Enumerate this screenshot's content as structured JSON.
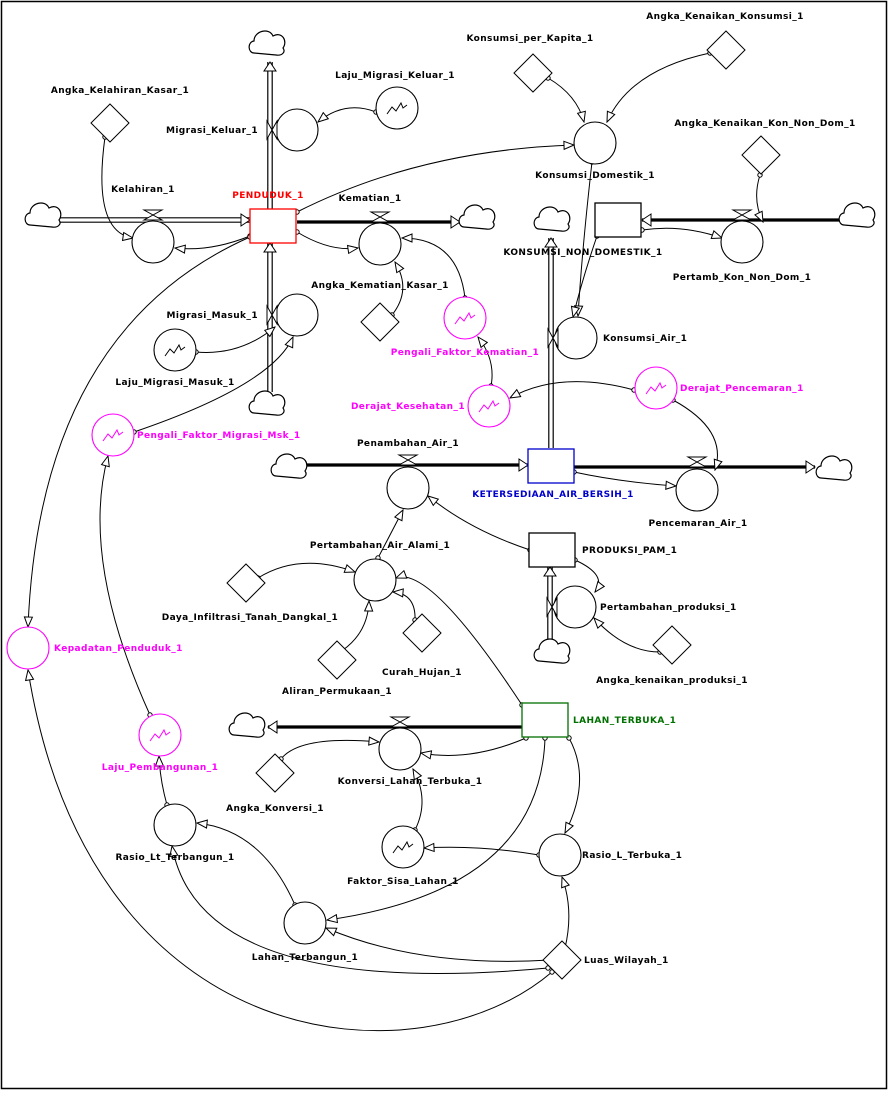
{
  "diagram": {
    "palette": {
      "default": "#000000",
      "penduduk": "#ff0000",
      "water": "#0000cc",
      "land": "#007000",
      "graph_highlight": "#ff00ff"
    },
    "nodes": {
      "penduduk": {
        "label": "PENDUDUK_1",
        "kind": "stock",
        "color": "#ff0000"
      },
      "kon_non_dom": {
        "label": "KONSUMSI_NON_DOMESTIK_1",
        "kind": "stock",
        "color": "#000000"
      },
      "ketersediaan": {
        "label": "KETERSEDIAAN_AIR_BERSIH_1",
        "kind": "stock",
        "color": "#0000cc"
      },
      "produksi_pam": {
        "label": "PRODUKSI_PAM_1",
        "kind": "stock",
        "color": "#000000"
      },
      "lahan_terbuka": {
        "label": "LAHAN_TERBUKA_1",
        "kind": "stock",
        "color": "#007000"
      },
      "kelahiran": {
        "label": "Kelahiran_1",
        "kind": "rate",
        "color": "#000000"
      },
      "kematian": {
        "label": "Kematian_1",
        "kind": "rate",
        "color": "#000000"
      },
      "migrasi_keluar": {
        "label": "Migrasi_Keluar_1",
        "kind": "rate",
        "color": "#000000"
      },
      "migrasi_masuk": {
        "label": "Migrasi_Masuk_1",
        "kind": "rate",
        "color": "#000000"
      },
      "pertamb_kon_non_dom": {
        "label": "Pertamb_Kon_Non_Dom_1",
        "kind": "rate",
        "color": "#000000"
      },
      "konsumsi_air": {
        "label": "Konsumsi_Air_1",
        "kind": "rate",
        "color": "#000000"
      },
      "penambahan_air": {
        "label": "Penambahan_Air_1",
        "kind": "rate",
        "color": "#000000"
      },
      "pencemaran_air": {
        "label": "Pencemaran_Air_1",
        "kind": "rate",
        "color": "#000000"
      },
      "pertambahan_produksi": {
        "label": "Pertambahan_produksi_1",
        "kind": "rate",
        "color": "#000000"
      },
      "konversi_lahan": {
        "label": "Konversi_Lahan_Terbuka_1",
        "kind": "rate",
        "color": "#000000"
      },
      "konsumsi_domestik": {
        "label": "Konsumsi_Domestik_1",
        "kind": "auxiliary",
        "color": "#000000"
      },
      "pertambahan_air_alami": {
        "label": "Pertambahan_Air_Alami_1",
        "kind": "auxiliary",
        "color": "#000000"
      },
      "kepadatan": {
        "label": "Kepadatan_Penduduk_1",
        "kind": "auxiliary",
        "color": "#ff00ff"
      },
      "rasio_lt_terbangun": {
        "label": "Rasio_Lt_Terbangun_1",
        "kind": "auxiliary",
        "color": "#000000"
      },
      "rasio_l_terbuka": {
        "label": "Rasio_L_Terbuka_1",
        "kind": "auxiliary",
        "color": "#000000"
      },
      "lahan_terbangun": {
        "label": "Lahan_Terbangun_1",
        "kind": "auxiliary",
        "color": "#000000"
      },
      "laju_migrasi_keluar": {
        "label": "Laju_Migrasi_Keluar_1",
        "kind": "graph",
        "color": "#000000"
      },
      "laju_migrasi_masuk": {
        "label": "Laju_Migrasi_Masuk_1",
        "kind": "graph",
        "color": "#000000"
      },
      "pengali_kematian": {
        "label": "Pengali_Faktor_Kematian_1",
        "kind": "graph",
        "color": "#ff00ff"
      },
      "pengali_migrasi": {
        "label": "Pengali_Faktor_Migrasi_Msk_1",
        "kind": "graph",
        "color": "#ff00ff"
      },
      "derajat_kesehatan": {
        "label": "Derajat_Kesehatan_1",
        "kind": "graph",
        "color": "#ff00ff"
      },
      "derajat_pencemaran": {
        "label": "Derajat_Pencemaran_1",
        "kind": "graph",
        "color": "#ff00ff"
      },
      "laju_pembangunan": {
        "label": "Laju_Pembangunan_1",
        "kind": "graph",
        "color": "#ff00ff"
      },
      "faktor_sisa_lahan": {
        "label": "Faktor_Sisa_Lahan_1",
        "kind": "graph",
        "color": "#000000"
      },
      "angka_kelahiran": {
        "label": "Angka_Kelahiran_Kasar_1",
        "kind": "constant",
        "color": "#000000"
      },
      "angka_kematian": {
        "label": "Angka_Kematian_Kasar_1",
        "kind": "constant",
        "color": "#000000"
      },
      "konsumsi_per_kapita": {
        "label": "Konsumsi_per_Kapita_1",
        "kind": "constant",
        "color": "#000000"
      },
      "angka_kenaikan_konsumsi": {
        "label": "Angka_Kenaikan_Konsumsi_1",
        "kind": "constant",
        "color": "#000000"
      },
      "angka_kenaikan_non_dom": {
        "label": "Angka_Kenaikan_Kon_Non_Dom_1",
        "kind": "constant",
        "color": "#000000"
      },
      "daya_infiltrasi": {
        "label": "Daya_Infiltrasi_Tanah_Dangkal_1",
        "kind": "constant",
        "color": "#000000"
      },
      "aliran_permukaan": {
        "label": "Aliran_Permukaan_1",
        "kind": "constant",
        "color": "#000000"
      },
      "curah_hujan": {
        "label": "Curah_Hujan_1",
        "kind": "constant",
        "color": "#000000"
      },
      "angka_kenaikan_produksi": {
        "label": "Angka_kenaikan_produksi_1",
        "kind": "constant",
        "color": "#000000"
      },
      "angka_konversi": {
        "label": "Angka_Konversi_1",
        "kind": "constant",
        "color": "#000000"
      },
      "luas_wilayah": {
        "label": "Luas_Wilayah_1",
        "kind": "constant",
        "color": "#000000"
      }
    }
  }
}
